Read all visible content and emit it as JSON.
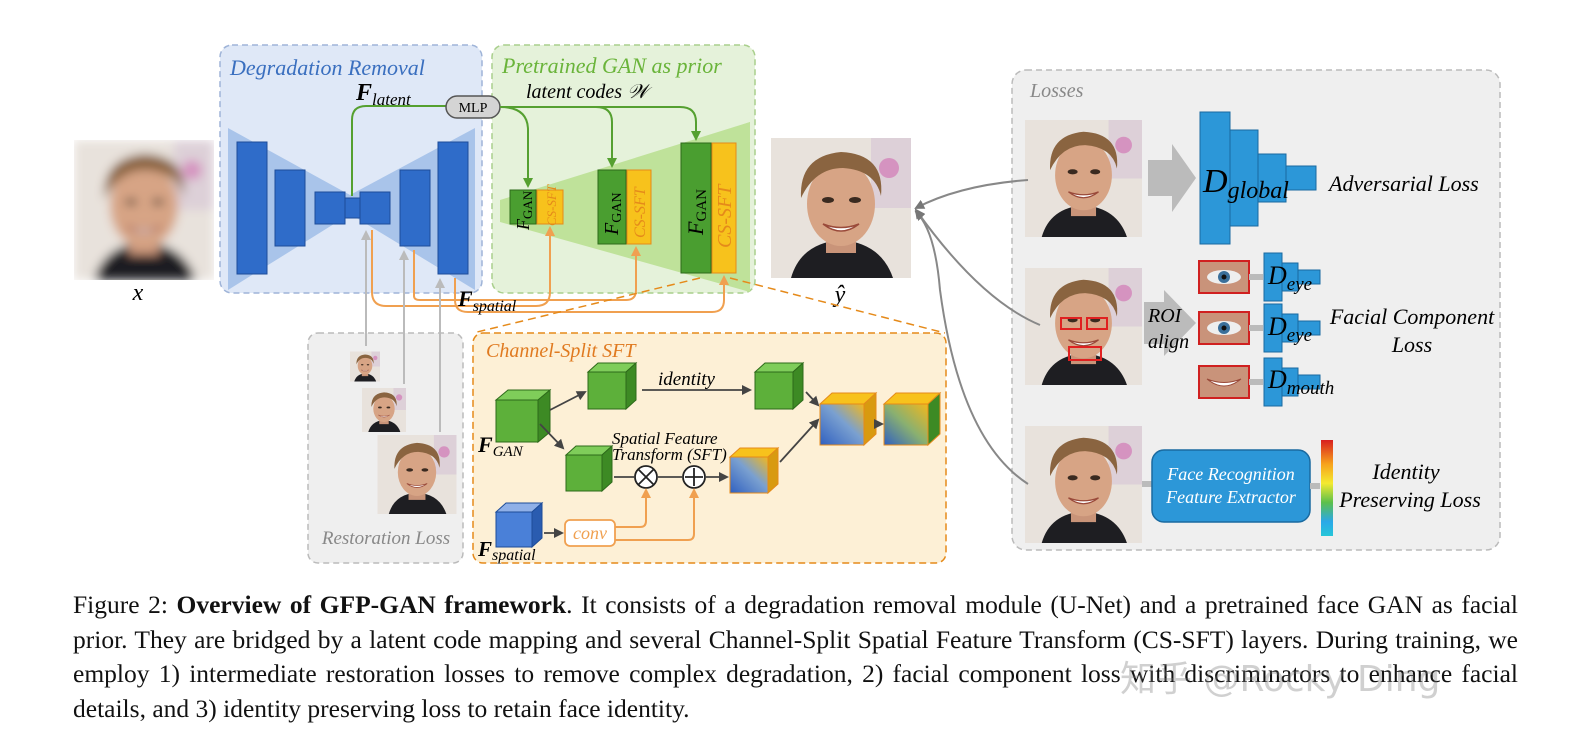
{
  "labels": {
    "degradation_removal": "Degradation Removal",
    "pretrained_gan": "Pretrained GAN as prior",
    "f_latent": "F",
    "f_latent_sub": "latent",
    "mlp": "MLP",
    "latent_codes": "latent codes 𝒲",
    "f_gan": "F",
    "f_gan_sub": "GAN",
    "cs_sft": "CS-SFT",
    "f_spatial": "F",
    "f_spatial_sub": "spatial",
    "input_x": "x",
    "output_y": "ŷ",
    "restoration_loss": "Restoration Loss",
    "channel_split_sft": "Channel-Split SFT",
    "identity": "identity",
    "sft_line1": "Spatial Feature",
    "sft_line2": "Transform (SFT)",
    "conv": "conv",
    "f_gan_bottom": "F",
    "f_gan_bottom_sub": "GAN",
    "f_spatial_bottom": "F",
    "f_spatial_bottom_sub": "spatial",
    "losses": "Losses",
    "d_global": "D",
    "d_global_sub": "global",
    "adversarial_loss": "Adversarial Loss",
    "roi_line1": "ROI",
    "roi_line2": "align",
    "d_eye": "D",
    "d_eye_sub": "eye",
    "d_mouth": "D",
    "d_mouth_sub": "mouth",
    "facial_loss_line1": "Facial Component",
    "facial_loss_line2": "Loss",
    "face_rec_line1": "Face Recognition",
    "face_rec_line2": "Feature Extractor",
    "identity_loss_line1": "Identity",
    "identity_loss_line2": "Preserving Loss"
  },
  "caption": {
    "prefix": "Figure 2: ",
    "title": "Overview of GFP-GAN framework",
    "body": ". It consists of a degradation removal module (U-Net) and a pretrained face GAN as facial prior. They are bridged by a latent code mapping and several Channel-Split Spatial Feature Transform (CS-SFT) layers. During training, we employ 1) intermediate restoration losses to remove complex degradation, 2) facial component loss with discriminators to enhance facial details, and 3) identity preserving loss to retain face identity."
  },
  "watermark": "知乎 @Rocky Ding",
  "colors": {
    "blue_region": "#dfe8f7",
    "blue_block": "#2f6cc9",
    "green_region": "#e5f2da",
    "green_block": "#4a9e30",
    "orange": "#f0a050",
    "orange_block": "#f7c21c",
    "gray_region": "#efefef",
    "blue_title": "#3a6fbf",
    "green_title": "#6ab43a",
    "orange_title": "#e07a20"
  }
}
